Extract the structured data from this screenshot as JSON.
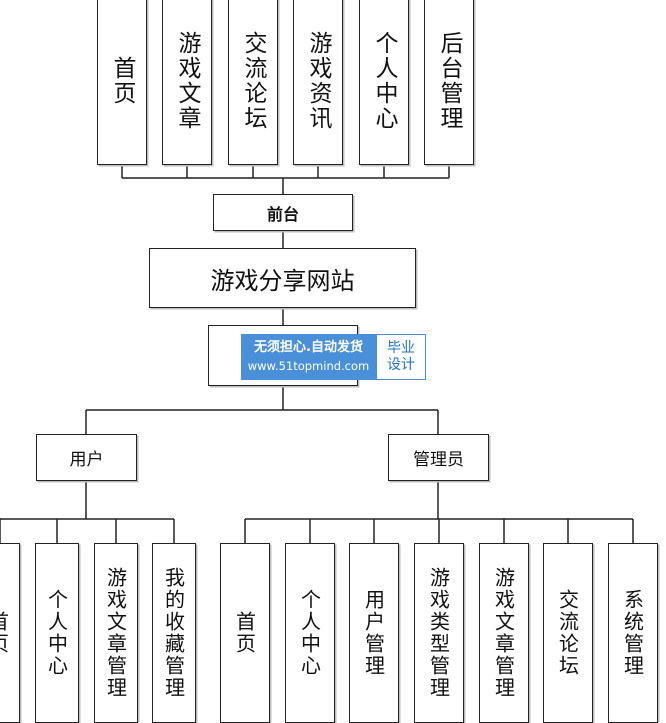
{
  "top_modules": [
    "首页",
    "游戏文章",
    "交流论坛",
    "游戏资讯",
    "个人中心",
    "后台管理"
  ],
  "frontend": "前台",
  "root": "游戏分享网站",
  "backend": "",
  "roles": {
    "user": "用户",
    "admin": "管理员"
  },
  "user_modules": [
    "首页",
    "个人中心",
    "游戏文章管理",
    "我的收藏管理"
  ],
  "admin_modules": [
    "首页",
    "个人中心",
    "用户管理",
    "游戏类型管理",
    "游戏文章管理",
    "交流论坛",
    "系统管理"
  ],
  "watermark": {
    "line1": "无须担心.自动发货",
    "line2": "www.51topmind.com",
    "badge1": "毕业",
    "badge2": "设计"
  },
  "colors": {
    "line": "#222222",
    "watermark_blue": "#4a90d9"
  }
}
